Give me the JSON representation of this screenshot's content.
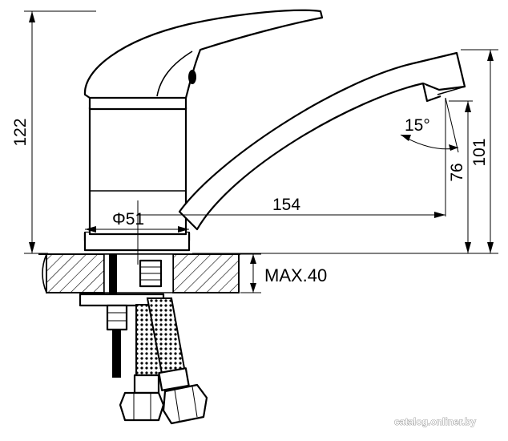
{
  "dimensions": {
    "total_height": "122",
    "spout_height": "101",
    "outlet_height": "76",
    "spout_reach": "154",
    "body_diameter": "Φ51",
    "spout_angle": "15°",
    "max_countertop": "MAX.40"
  },
  "watermark": "catalog.onliner.by"
}
